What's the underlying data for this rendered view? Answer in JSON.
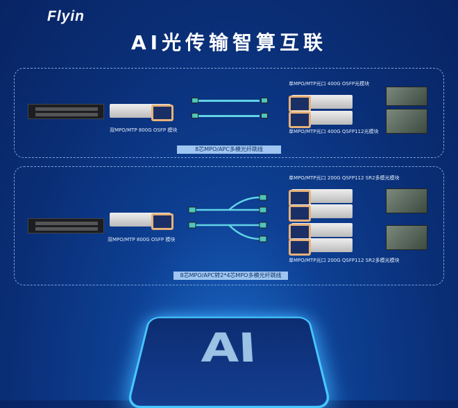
{
  "brand": "Flyin",
  "title": "AI光传输智算互联",
  "panel1": {
    "left_label": "双MPO/MTP 800G OSFP 模块",
    "top_right_label": "单MPO/MTP光口 400G OSFP光模块",
    "bottom_right_label": "单MPO/MTP光口 400G QSFP112光模块",
    "cable_label": "8芯MPO/APC多模光纤跳线"
  },
  "panel2": {
    "left_label": "双MPO/MTP 800G OSFP 模块",
    "top_right_label": "单MPO/MTP光口 200G QSFP112 SR2多模光模块",
    "bottom_right_label": "单MPO/MTP光口 200G QSFP112 SR2多模光模块",
    "cable_label": "8芯MPO/APC转2*4芯MPO多模光纤跳线"
  },
  "chip_text": "AI"
}
